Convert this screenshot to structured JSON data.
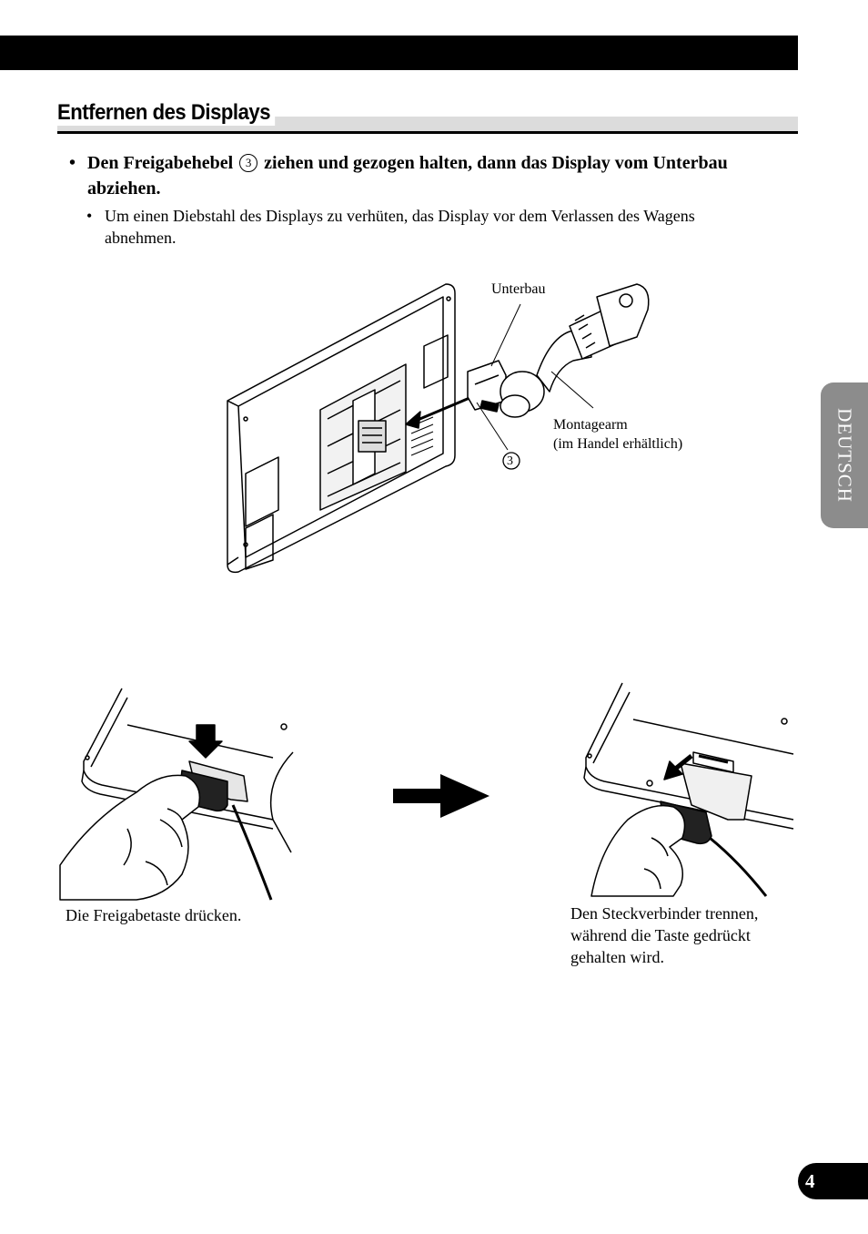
{
  "section": {
    "title": "Entfernen des Displays"
  },
  "instruction": {
    "bullet": "•",
    "text_before": "Den Freigabehebel",
    "callout_number": "3",
    "text_after": "ziehen und gezogen halten, dann das Display vom Unterbau abziehen."
  },
  "note": {
    "bullet": "•",
    "text": "Um einen Diebstahl des Displays zu verhüten, das Display vor dem Verlassen des Wagens abnehmen."
  },
  "figure1": {
    "label_unterbau": "Unterbau",
    "label_montagearm_1": "Montagearm",
    "label_montagearm_2": "(im Handel erhältlich)",
    "callout": "3"
  },
  "figure2": {
    "caption": "Die Freigabetaste drücken."
  },
  "figure3": {
    "caption_1": "Den Steckverbinder trennen,",
    "caption_2": "während die Taste gedrückt",
    "caption_3": "gehalten wird."
  },
  "side_tab": {
    "label": "DEUTSCH"
  },
  "page_number": "4"
}
